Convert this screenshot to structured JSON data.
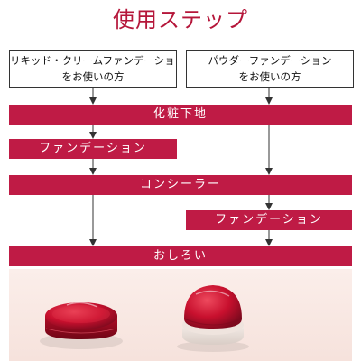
{
  "title": "使用ステップ",
  "columns": {
    "left": {
      "line1": "リキッド・クリームファンデーション",
      "line2": "をお使いの方"
    },
    "right": {
      "line1": "パウダーファンデーション",
      "line2": "をお使いの方"
    }
  },
  "steps": [
    {
      "label": "化粧下地"
    },
    {
      "label": "ファンデーション"
    },
    {
      "label": "コンシーラー"
    },
    {
      "label": "ファンデーション"
    },
    {
      "label": "おしろい"
    }
  ],
  "colors": {
    "title": "#b5163a",
    "step_bar": "#bf1b45",
    "product_red": "#c8102e",
    "product_bg": "#fbeeea"
  },
  "products": [
    {
      "icon": "loose-powder-compact-icon"
    },
    {
      "icon": "pressed-powder-compact-icon"
    }
  ]
}
